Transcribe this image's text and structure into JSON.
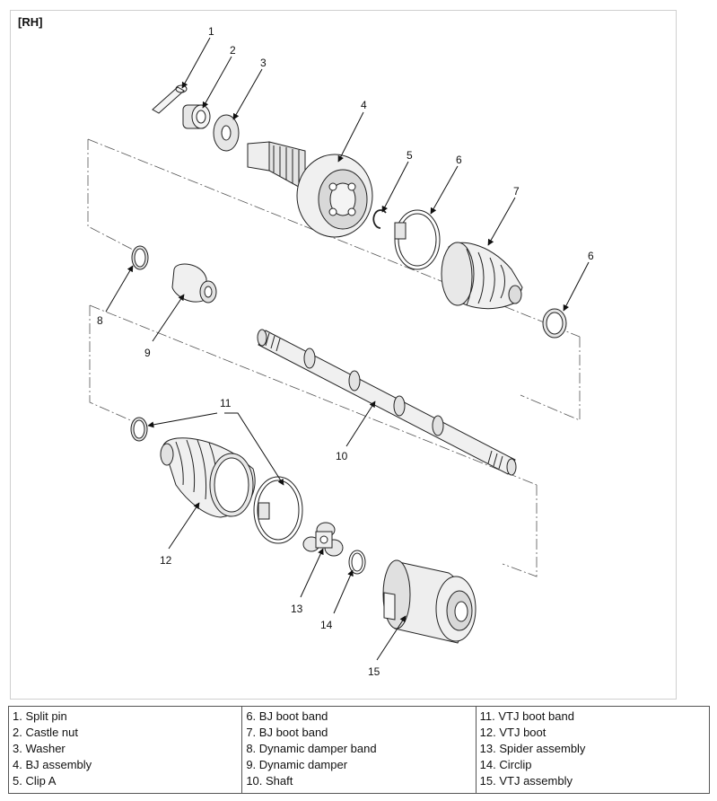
{
  "view_label": "[RH]",
  "callouts": [
    "1",
    "2",
    "3",
    "4",
    "5",
    "6",
    "7",
    "6",
    "8",
    "9",
    "10",
    "11",
    "12",
    "13",
    "14",
    "15"
  ],
  "legend": {
    "col1": [
      "1. Split pin",
      "2. Castle nut",
      "3. Washer",
      "4. BJ assembly",
      "5. Clip A"
    ],
    "col2": [
      "6. BJ boot band",
      "7. BJ boot band",
      "8. Dynamic damper band",
      "9. Dynamic damper",
      "10. Shaft"
    ],
    "col3": [
      "11. VTJ boot band",
      "12. VTJ boot",
      "13. Spider assembly",
      "14. Circlip",
      "15. VTJ assembly"
    ]
  },
  "colors": {
    "line": "#222222",
    "part_fill": "#f4f4f4",
    "shade": "#d8d8d8",
    "frame": "#cfcfcf"
  }
}
